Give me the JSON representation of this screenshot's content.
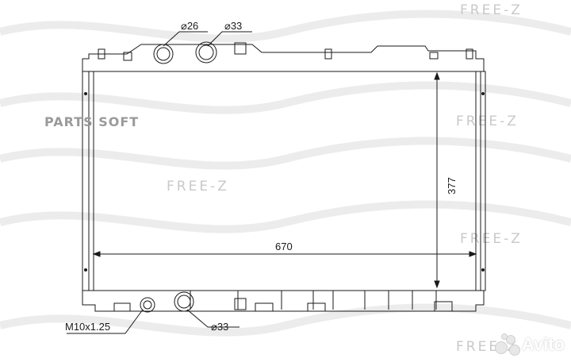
{
  "watermarks": {
    "free_z": "FREE-Z",
    "parts_soft": "PARTS SOFT",
    "avito": "Avito"
  },
  "dimensions": {
    "width": "670",
    "height": "377",
    "inlet_top_left": "⌀26",
    "inlet_top_right": "⌀33",
    "outlet_bottom": "⌀33",
    "drain_thread": "M10x1.25"
  },
  "colors": {
    "line": "#1a1a1a",
    "watermark": "#c9c9c9",
    "wave": "#ececec"
  }
}
